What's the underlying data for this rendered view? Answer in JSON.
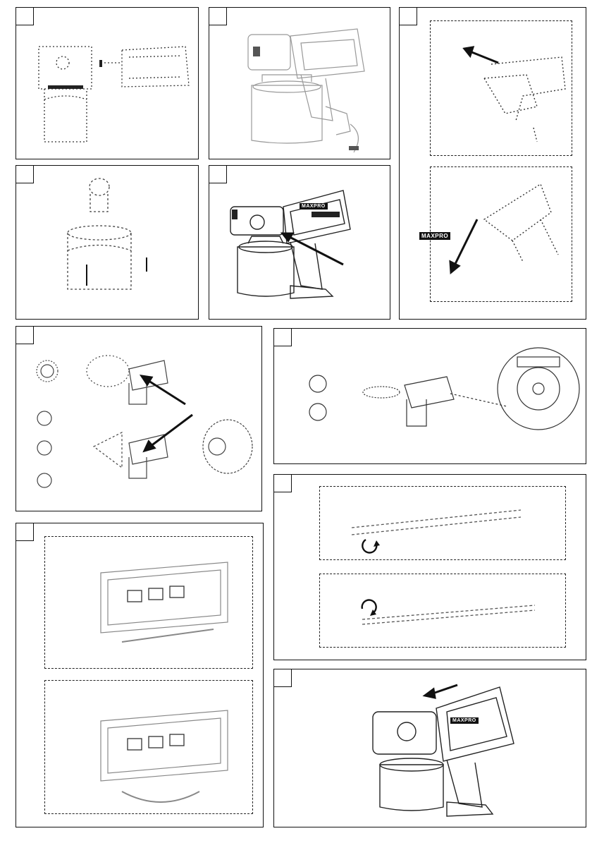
{
  "brand": {
    "logo_text": "MAXPRO"
  },
  "panels": [
    {
      "id": "p1",
      "step": ""
    },
    {
      "id": "p2",
      "step": ""
    },
    {
      "id": "p3",
      "step": ""
    },
    {
      "id": "p4",
      "step": ""
    },
    {
      "id": "p5",
      "step": ""
    },
    {
      "id": "p6",
      "step": ""
    },
    {
      "id": "p7",
      "step": ""
    },
    {
      "id": "p8",
      "step": ""
    },
    {
      "id": "p9",
      "step": ""
    },
    {
      "id": "p10",
      "step": ""
    }
  ],
  "colors": {
    "line": "#111111",
    "sketch": "#555555",
    "light": "#9a9a9a"
  }
}
